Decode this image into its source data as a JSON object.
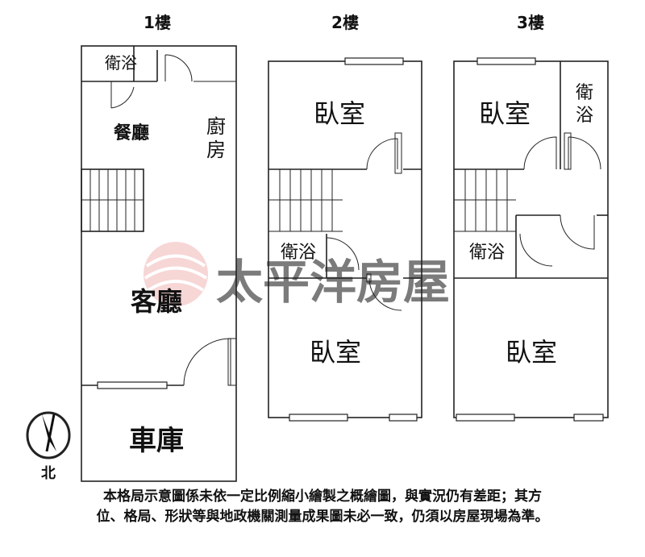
{
  "floors": [
    {
      "title": "1樓",
      "rooms": {
        "bath": "衛浴",
        "dining": "餐廳",
        "kitchen": "廚房",
        "living": "客廳",
        "garage": "車庫"
      }
    },
    {
      "title": "2樓",
      "rooms": {
        "bedroom_top": "臥室",
        "bath": "衛浴",
        "bedroom_bottom": "臥室"
      }
    },
    {
      "title": "3樓",
      "rooms": {
        "bedroom_top": "臥室",
        "bath_right": "衛浴",
        "bath": "衛浴",
        "bedroom_bottom": "臥室"
      }
    }
  ],
  "watermark": "太平洋房屋",
  "compass_label": "北",
  "disclaimer": [
    "本格局示意圖係未依一定比例縮小繪製之概繪圖，與實況仍有差距；其方",
    "位、格局、形狀等與地政機關測量成果圖未必一致，仍須以房屋現場為準。"
  ],
  "colors": {
    "line": "#222222",
    "watermark_text": "#e8c4c4",
    "watermark_logo": "#f0b8b8"
  }
}
